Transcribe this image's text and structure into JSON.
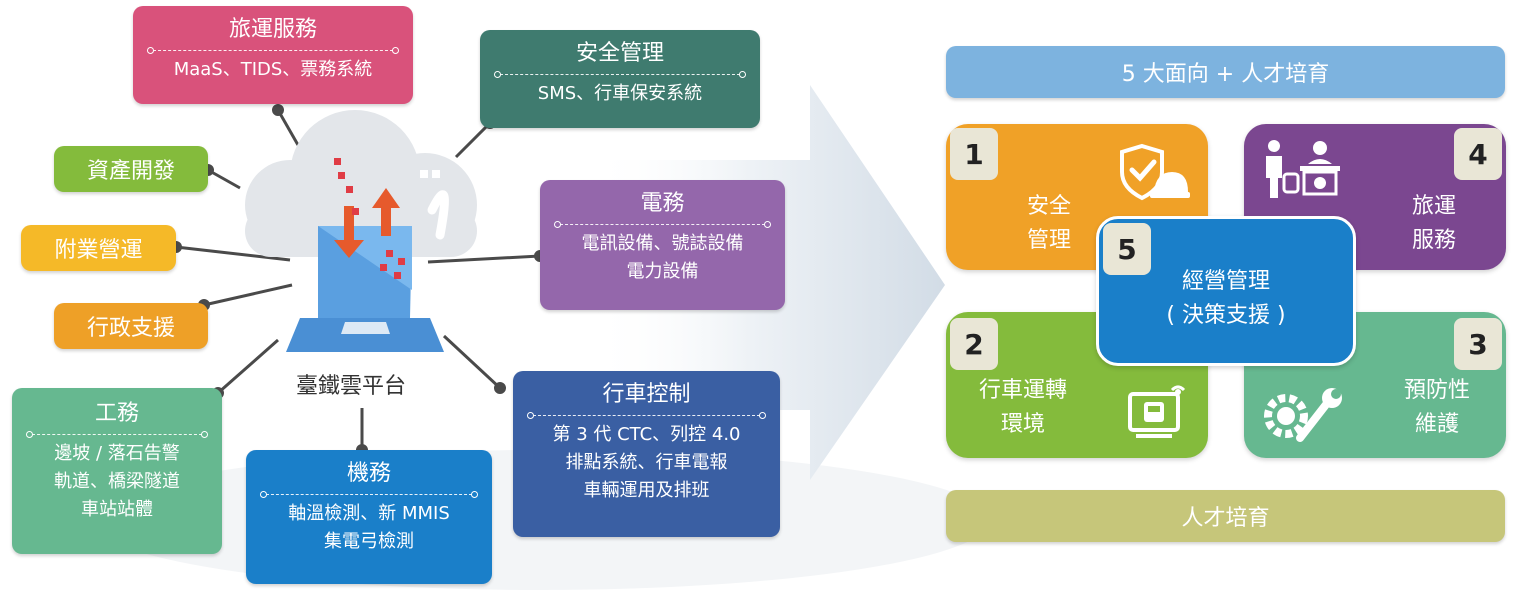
{
  "left": {
    "center_label": "臺鐵雲平台",
    "travel": {
      "title": "旅運服務",
      "desc": "MaaS、TIDS、票務系統"
    },
    "safety": {
      "title": "安全管理",
      "desc": "SMS、行車保安系統"
    },
    "electric": {
      "title": "電務",
      "desc1": "電訊設備、號誌設備",
      "desc2": "電力設備"
    },
    "traffic": {
      "title": "行車控制",
      "desc1": "第 3 代 CTC、列控 4.0",
      "desc2": "排點系統、行車電報",
      "desc3": "車輛運用及排班"
    },
    "mech": {
      "title": "機務",
      "desc1": "軸溫檢測、新 MMIS",
      "desc2": "集電弓檢測"
    },
    "works": {
      "title": "工務",
      "desc1": "邊坡 / 落石告警",
      "desc2": "軌道、橋梁隧道",
      "desc3": "車站站體"
    },
    "asset": "資產開發",
    "affiliate": "附業營運",
    "admin": "行政支援"
  },
  "right": {
    "top_banner": "5 大面向 + 人才培育",
    "bottom_banner": "人才培育",
    "cards": [
      {
        "num": "1",
        "line1": "安全",
        "line2": "管理"
      },
      {
        "num": "4",
        "line1": "旅運",
        "line2": "服務"
      },
      {
        "num": "2",
        "line1": "行車運轉",
        "line2": "環境"
      },
      {
        "num": "3",
        "line1": "預防性",
        "line2": "維護"
      },
      {
        "num": "5",
        "line1": "經營管理",
        "line2": "( 決策支援 )"
      }
    ]
  },
  "colors": {
    "pink": "#d9527b",
    "teal": "#3f7b6f",
    "purple": "#9467ab",
    "navy": "#3a5fa3",
    "blue": "#1a7fc9",
    "mint": "#66b890",
    "green": "#84bb3c",
    "yellow": "#f5b928",
    "orange": "#eea027",
    "lightblue": "#7db3df",
    "olive": "#c6c67a",
    "card_purple": "#7b4790"
  }
}
